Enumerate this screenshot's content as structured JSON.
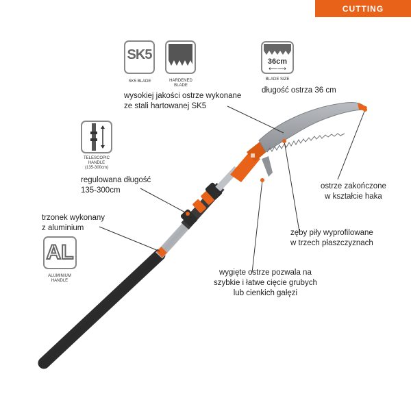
{
  "badge": {
    "text": "CUTTING"
  },
  "icons": {
    "sk5": {
      "text": "SK5",
      "caption": "SK5 BLADE"
    },
    "hardened": {
      "caption_line1": "HARDENED",
      "caption_line2": "BLADE"
    },
    "blade_size": {
      "value": "36cm",
      "caption": "BLADE SIZE"
    },
    "telescopic": {
      "caption_line1": "TELESCOPIC",
      "caption_line2": "HANDLE",
      "caption_line3": "(135-300cm)"
    },
    "aluminium": {
      "text": "AL",
      "caption_line1": "ALUMINIUM",
      "caption_line2": "HANDLE"
    }
  },
  "labels": {
    "sk5_line1": "wysokiej jakości ostrze wykonane",
    "sk5_line2": "ze stali hartowanej SK5",
    "blade_length": "długość ostrza 36 cm",
    "adjustable_line1": "regulowana długość",
    "adjustable_line2": "135-300cm",
    "shaft_line1": "trzonek wykonany",
    "shaft_line2": "z aluminium",
    "hook_line1": "ostrze zakończone",
    "hook_line2": "w kształcie haka",
    "teeth_line1": "zęby piły wyprofilowane",
    "teeth_line2": "w trzech płaszczyznach",
    "curved_line1": "wygięte ostrze pozwala na",
    "curved_line2": "szybkie i łatwe cięcie grubych",
    "curved_line3": "lub cienkich gałęzi"
  },
  "colors": {
    "accent": "#e8621a",
    "handle_dark": "#3a3a3a",
    "aluminium": "#c9ccd0",
    "blade": "#9a9ea3"
  }
}
